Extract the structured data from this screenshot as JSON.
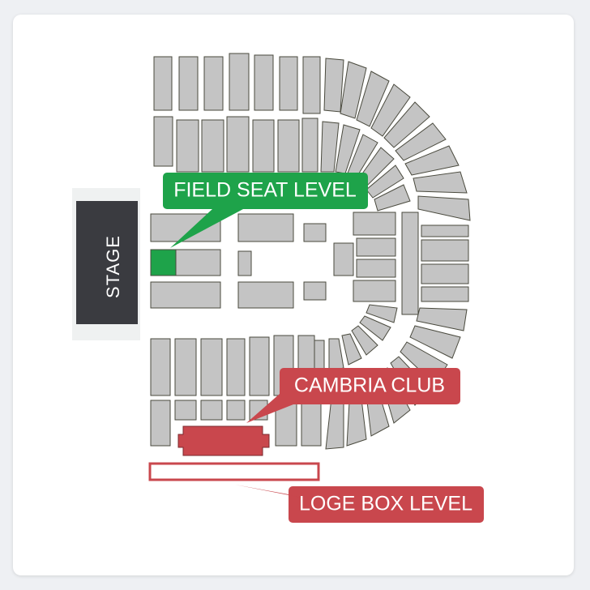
{
  "stage": {
    "label": "STAGE"
  },
  "callouts": {
    "field": {
      "label": "FIELD SEAT LEVEL",
      "color": "#1ea34a"
    },
    "club": {
      "label": "CAMBRIA CLUB",
      "color": "#c9474d"
    },
    "loge": {
      "label": "LOGE BOX LEVEL",
      "color": "#c9474d"
    }
  },
  "colors": {
    "section_fill": "#c4c4c4",
    "section_stroke": "#4a4a3e",
    "highlight_field": "#1ea34a",
    "highlight_club": "#c9474d",
    "stage_fill": "#3a3b40",
    "background": "#ffffff"
  }
}
